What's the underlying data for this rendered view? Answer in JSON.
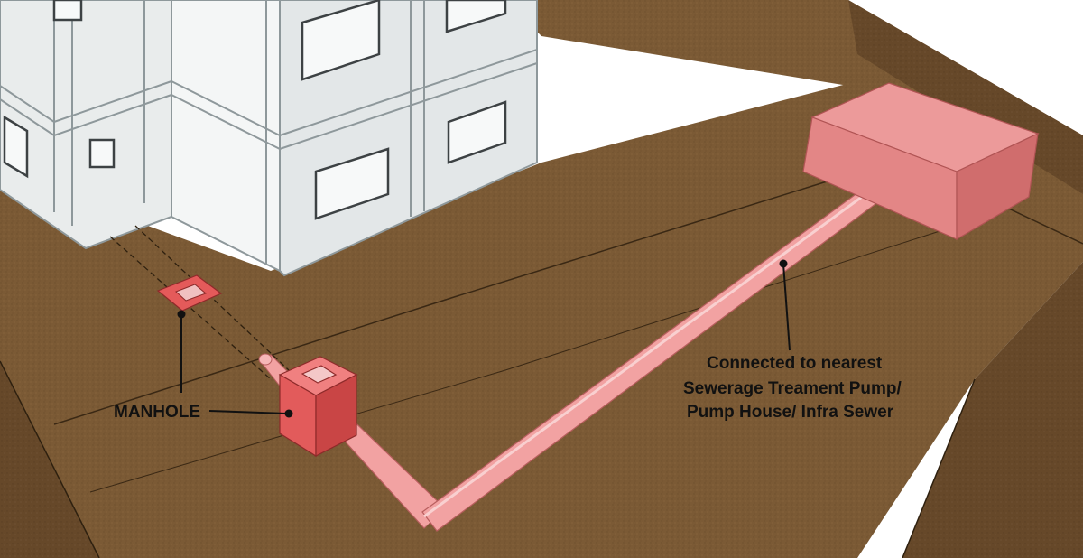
{
  "labels": {
    "manhole": "MANHOLE",
    "connection_line1": "Connected to nearest",
    "connection_line2": "Sewerage Treament Pump/",
    "connection_line3": "Pump House/ Infra Sewer"
  },
  "colors": {
    "ground_top": "#7b5a35",
    "ground_side": "#6a4c2c",
    "ground_front": "#5c4125",
    "building_wall": "#eef0f0",
    "building_shade": "#d8dcdd",
    "building_edge": "#9aa3a6",
    "pipe": "#f2a2a2",
    "pipe_edge": "#b85e5e",
    "manhole_box": "#e25b5b",
    "pump_house": "#e28484",
    "leader_line": "#111111"
  }
}
